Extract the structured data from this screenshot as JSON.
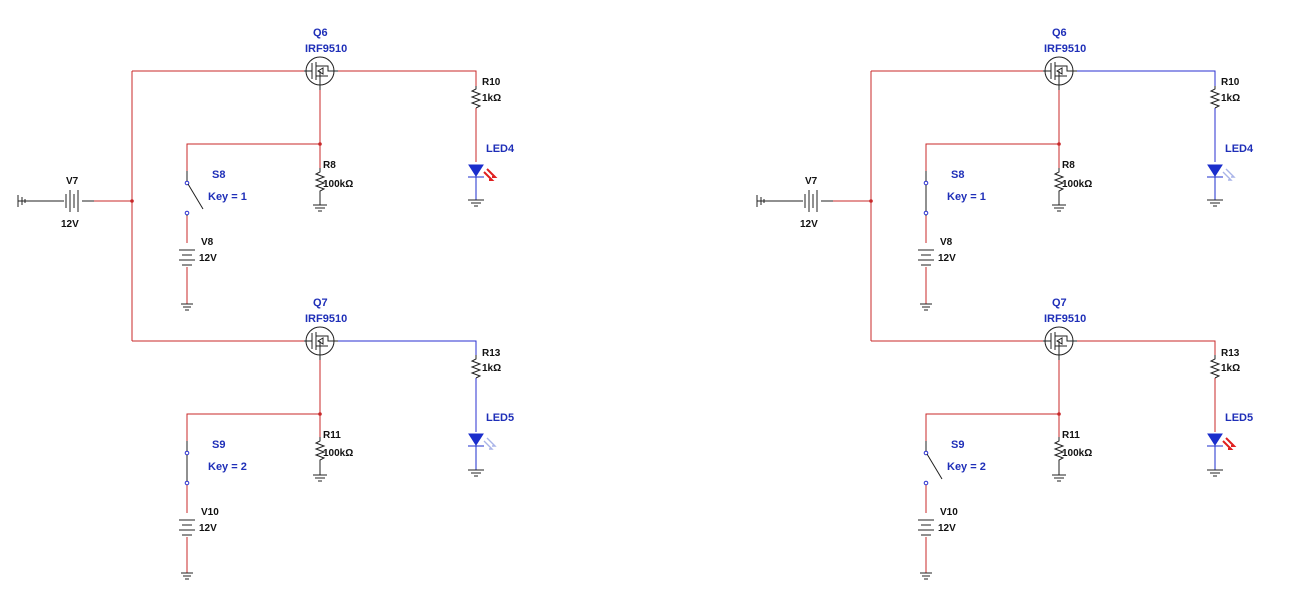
{
  "colors": {
    "wire_active": "#c8282a",
    "wire_inactive": "#2a2fd0",
    "label": "#1f2fb8",
    "value": "#111111",
    "led_body": "#1b2ecc",
    "led_rays_on": "#e02020",
    "led_rays_off": "#a9b4e8"
  },
  "circuits": [
    {
      "q_top": {
        "ref": "Q6",
        "model": "IRF9510"
      },
      "q_bottom": {
        "ref": "Q7",
        "model": "IRF9510"
      },
      "v_main": {
        "ref": "V7",
        "value": "12V"
      },
      "v_top": {
        "ref": "V8",
        "value": "12V"
      },
      "v_bottom": {
        "ref": "V10",
        "value": "12V"
      },
      "s_top": {
        "ref": "S8",
        "key": "Key = 1"
      },
      "s_bottom": {
        "ref": "S9",
        "key": "Key = 2"
      },
      "r_top_load": {
        "ref": "R10",
        "value": "1kΩ"
      },
      "r_bottom_load": {
        "ref": "R13",
        "value": "1kΩ"
      },
      "r_top_gate": {
        "ref": "R8",
        "value": "100kΩ"
      },
      "r_bottom_gate": {
        "ref": "R11",
        "value": "100kΩ"
      },
      "led_top": {
        "ref": "LED4",
        "lit": true
      },
      "led_bottom": {
        "ref": "LED5",
        "lit": false
      }
    },
    {
      "q_top": {
        "ref": "Q6",
        "model": "IRF9510"
      },
      "q_bottom": {
        "ref": "Q7",
        "model": "IRF9510"
      },
      "v_main": {
        "ref": "V7",
        "value": "12V"
      },
      "v_top": {
        "ref": "V8",
        "value": "12V"
      },
      "v_bottom": {
        "ref": "V10",
        "value": "12V"
      },
      "s_top": {
        "ref": "S8",
        "key": "Key = 1"
      },
      "s_bottom": {
        "ref": "S9",
        "key": "Key = 2"
      },
      "r_top_load": {
        "ref": "R10",
        "value": "1kΩ"
      },
      "r_bottom_load": {
        "ref": "R13",
        "value": "1kΩ"
      },
      "r_top_gate": {
        "ref": "R8",
        "value": "100kΩ"
      },
      "r_bottom_gate": {
        "ref": "R11",
        "value": "100kΩ"
      },
      "led_top": {
        "ref": "LED4",
        "lit": false
      },
      "led_bottom": {
        "ref": "LED5",
        "lit": true
      }
    }
  ]
}
